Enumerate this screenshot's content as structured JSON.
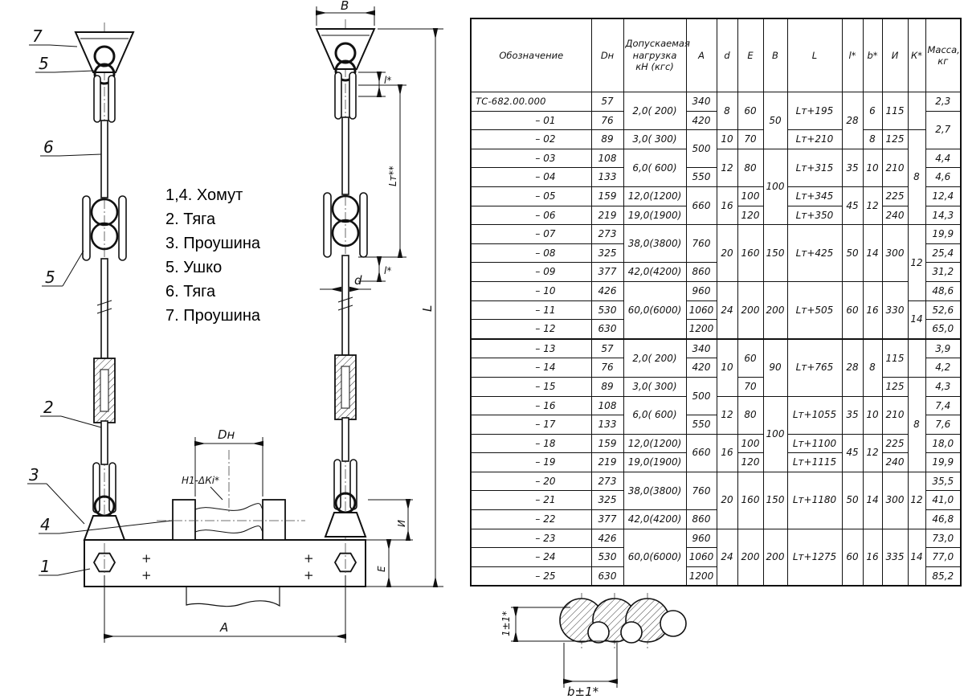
{
  "legend": {
    "items": [
      "1,4. Хомут",
      "2. Тяга",
      "3. Проушина",
      "5. Ушко",
      "6. Тяга",
      "7. Проушина"
    ]
  },
  "drawing": {
    "callouts": {
      "c7": "7",
      "c5a": "5",
      "c6": "6",
      "c5b": "5",
      "c2": "2",
      "c3": "3",
      "c4": "4",
      "c1": "1"
    },
    "labels": {
      "B": "B",
      "L": "L",
      "Lt": "Lт**",
      "l1": "l*",
      "l2": "l*",
      "d": "d",
      "Dn": "Dн",
      "A": "A",
      "E": "E",
      "I": "И",
      "H1": "Н1-ΔКi*",
      "gap": "1±1*",
      "b": "b±1*",
      "plus": "+"
    }
  },
  "table": {
    "headers": [
      "Обозначение",
      "Dн",
      "Допускаемая нагрузка кН (кгс)",
      "A",
      "d",
      "E",
      "B",
      "L",
      "l*",
      "b*",
      "И",
      "К*",
      "Масса, кг"
    ],
    "rows": [
      [
        {
          "t": "ТС-682.00.000",
          "c": "des0"
        },
        {
          "t": "57"
        },
        {
          "t": "2,0( 200)",
          "rs": 2
        },
        {
          "t": "340"
        },
        {
          "t": "8",
          "rs": 2
        },
        {
          "t": "60",
          "rs": 2
        },
        {
          "t": "50",
          "rs": 3
        },
        {
          "t": "Lт+195",
          "rs": 2
        },
        {
          "t": "28",
          "rs": 3
        },
        {
          "t": "6",
          "rs": 2
        },
        {
          "t": "115",
          "rs": 2
        },
        {
          "t": "",
          "rs": 2
        },
        {
          "t": "2,3"
        }
      ],
      [
        {
          "t": "– 01",
          "c": "des"
        },
        {
          "t": "76"
        },
        {
          "t": "420"
        },
        {
          "t": "2,7",
          "rs": 2
        }
      ],
      [
        {
          "t": "– 02",
          "c": "des"
        },
        {
          "t": "89"
        },
        {
          "t": "3,0( 300)"
        },
        {
          "t": "500",
          "rs": 2
        },
        {
          "t": "10"
        },
        {
          "t": "70"
        },
        {
          "t": "Lт+210"
        },
        {
          "t": "8"
        },
        {
          "t": "125"
        },
        {
          "t": "8",
          "rs": 5
        }
      ],
      [
        {
          "t": "– 03",
          "c": "des"
        },
        {
          "t": "108"
        },
        {
          "t": "6,0( 600)",
          "rs": 2
        },
        {
          "t": "12",
          "rs": 2
        },
        {
          "t": "80",
          "rs": 2
        },
        {
          "t": "100",
          "rs": 4
        },
        {
          "t": "Lт+315",
          "rs": 2
        },
        {
          "t": "35",
          "rs": 2
        },
        {
          "t": "10",
          "rs": 2
        },
        {
          "t": "210",
          "rs": 2
        },
        {
          "t": "4,4"
        }
      ],
      [
        {
          "t": "– 04",
          "c": "des"
        },
        {
          "t": "133"
        },
        {
          "t": "550"
        },
        {
          "t": "4,6"
        }
      ],
      [
        {
          "t": "– 05",
          "c": "des"
        },
        {
          "t": "159"
        },
        {
          "t": "12,0(1200)"
        },
        {
          "t": "660",
          "rs": 2
        },
        {
          "t": "16",
          "rs": 2
        },
        {
          "t": "100"
        },
        {
          "t": "Lт+345"
        },
        {
          "t": "45",
          "rs": 2
        },
        {
          "t": "12",
          "rs": 2
        },
        {
          "t": "225"
        },
        {
          "t": "12,4"
        }
      ],
      [
        {
          "t": "– 06",
          "c": "des"
        },
        {
          "t": "219"
        },
        {
          "t": "19,0(1900)"
        },
        {
          "t": "120"
        },
        {
          "t": "Lт+350"
        },
        {
          "t": "240"
        },
        {
          "t": "14,3"
        }
      ],
      [
        {
          "t": "– 07",
          "c": "des"
        },
        {
          "t": "273"
        },
        {
          "t": "38,0(3800)",
          "rs": 2
        },
        {
          "t": "760",
          "rs": 2
        },
        {
          "t": "20",
          "rs": 3
        },
        {
          "t": "160",
          "rs": 3
        },
        {
          "t": "150",
          "rs": 3
        },
        {
          "t": "Lт+425",
          "rs": 3
        },
        {
          "t": "50",
          "rs": 3
        },
        {
          "t": "14",
          "rs": 3
        },
        {
          "t": "300",
          "rs": 3
        },
        {
          "t": "12",
          "rs": 4
        },
        {
          "t": "19,9"
        }
      ],
      [
        {
          "t": "– 08",
          "c": "des"
        },
        {
          "t": "325"
        },
        {
          "t": "25,4"
        }
      ],
      [
        {
          "t": "– 09",
          "c": "des"
        },
        {
          "t": "377"
        },
        {
          "t": "42,0(4200)"
        },
        {
          "t": "860"
        },
        {
          "t": "31,2"
        }
      ],
      [
        {
          "t": "– 10",
          "c": "des"
        },
        {
          "t": "426"
        },
        {
          "t": "60,0(6000)",
          "rs": 3
        },
        {
          "t": "960"
        },
        {
          "t": "24",
          "rs": 3
        },
        {
          "t": "200",
          "rs": 3
        },
        {
          "t": "200",
          "rs": 3
        },
        {
          "t": "Lт+505",
          "rs": 3
        },
        {
          "t": "60",
          "rs": 3
        },
        {
          "t": "16",
          "rs": 3
        },
        {
          "t": "330",
          "rs": 3
        },
        {
          "t": "48,6"
        }
      ],
      [
        {
          "t": "– 11",
          "c": "des"
        },
        {
          "t": "530"
        },
        {
          "t": "1060"
        },
        {
          "t": "14",
          "rs": 2
        },
        {
          "t": "52,6"
        }
      ],
      [
        {
          "t": "– 12",
          "c": "des"
        },
        {
          "t": "630"
        },
        {
          "t": "1200"
        },
        {
          "t": "65,0"
        }
      ],
      [
        {
          "t": "– 13",
          "c": "des"
        },
        {
          "t": "57"
        },
        {
          "t": "2,0( 200)",
          "rs": 2
        },
        {
          "t": "340"
        },
        {
          "t": "10",
          "rs": 3
        },
        {
          "t": "60",
          "rs": 2
        },
        {
          "t": "90",
          "rs": 3
        },
        {
          "t": "Lт+765",
          "rs": 3
        },
        {
          "t": "28",
          "rs": 3
        },
        {
          "t": "8",
          "rs": 3
        },
        {
          "t": "115",
          "rs": 2
        },
        {
          "t": "",
          "rs": 2
        },
        {
          "t": "3,9"
        }
      ],
      [
        {
          "t": "– 14",
          "c": "des"
        },
        {
          "t": "76"
        },
        {
          "t": "420"
        },
        {
          "t": "4,2"
        }
      ],
      [
        {
          "t": "– 15",
          "c": "des"
        },
        {
          "t": "89"
        },
        {
          "t": "3,0( 300)"
        },
        {
          "t": "500",
          "rs": 2
        },
        {
          "t": "70"
        },
        {
          "t": "125"
        },
        {
          "t": "8",
          "rs": 5
        },
        {
          "t": "4,3"
        }
      ],
      [
        {
          "t": "– 16",
          "c": "des"
        },
        {
          "t": "108"
        },
        {
          "t": "6,0( 600)",
          "rs": 2
        },
        {
          "t": "12",
          "rs": 2
        },
        {
          "t": "80",
          "rs": 2
        },
        {
          "t": "100",
          "rs": 4
        },
        {
          "t": "Lт+1055",
          "rs": 2
        },
        {
          "t": "35",
          "rs": 2
        },
        {
          "t": "10",
          "rs": 2
        },
        {
          "t": "210",
          "rs": 2
        },
        {
          "t": "7,4"
        }
      ],
      [
        {
          "t": "– 17",
          "c": "des"
        },
        {
          "t": "133"
        },
        {
          "t": "550"
        },
        {
          "t": "7,6"
        }
      ],
      [
        {
          "t": "– 18",
          "c": "des"
        },
        {
          "t": "159"
        },
        {
          "t": "12,0(1200)"
        },
        {
          "t": "660",
          "rs": 2
        },
        {
          "t": "16",
          "rs": 2
        },
        {
          "t": "100"
        },
        {
          "t": "Lт+1100"
        },
        {
          "t": "45",
          "rs": 2
        },
        {
          "t": "12",
          "rs": 2
        },
        {
          "t": "225"
        },
        {
          "t": "18,0"
        }
      ],
      [
        {
          "t": "– 19",
          "c": "des"
        },
        {
          "t": "219"
        },
        {
          "t": "19,0(1900)"
        },
        {
          "t": "120"
        },
        {
          "t": "Lт+1115"
        },
        {
          "t": "240"
        },
        {
          "t": "19,9"
        }
      ],
      [
        {
          "t": "– 20",
          "c": "des"
        },
        {
          "t": "273"
        },
        {
          "t": "38,0(3800)",
          "rs": 2
        },
        {
          "t": "760",
          "rs": 2
        },
        {
          "t": "20",
          "rs": 3
        },
        {
          "t": "160",
          "rs": 3
        },
        {
          "t": "150",
          "rs": 3
        },
        {
          "t": "Lт+1180",
          "rs": 3
        },
        {
          "t": "50",
          "rs": 3
        },
        {
          "t": "14",
          "rs": 3
        },
        {
          "t": "300",
          "rs": 3
        },
        {
          "t": "12",
          "rs": 3
        },
        {
          "t": "35,5"
        }
      ],
      [
        {
          "t": "– 21",
          "c": "des"
        },
        {
          "t": "325"
        },
        {
          "t": "41,0"
        }
      ],
      [
        {
          "t": "– 22",
          "c": "des"
        },
        {
          "t": "377"
        },
        {
          "t": "42,0(4200)"
        },
        {
          "t": "860"
        },
        {
          "t": "46,8"
        }
      ],
      [
        {
          "t": "– 23",
          "c": "des"
        },
        {
          "t": "426"
        },
        {
          "t": "60,0(6000)",
          "rs": 3
        },
        {
          "t": "960"
        },
        {
          "t": "24",
          "rs": 3
        },
        {
          "t": "200",
          "rs": 3
        },
        {
          "t": "200",
          "rs": 3
        },
        {
          "t": "Lт+1275",
          "rs": 3
        },
        {
          "t": "60",
          "rs": 3
        },
        {
          "t": "16",
          "rs": 3
        },
        {
          "t": "335",
          "rs": 3
        },
        {
          "t": "14",
          "rs": 3
        },
        {
          "t": "73,0"
        }
      ],
      [
        {
          "t": "– 24",
          "c": "des"
        },
        {
          "t": "530"
        },
        {
          "t": "1060"
        },
        {
          "t": "77,0"
        }
      ],
      [
        {
          "t": "– 25",
          "c": "des"
        },
        {
          "t": "630"
        },
        {
          "t": "1200"
        },
        {
          "t": "85,2"
        }
      ]
    ]
  }
}
